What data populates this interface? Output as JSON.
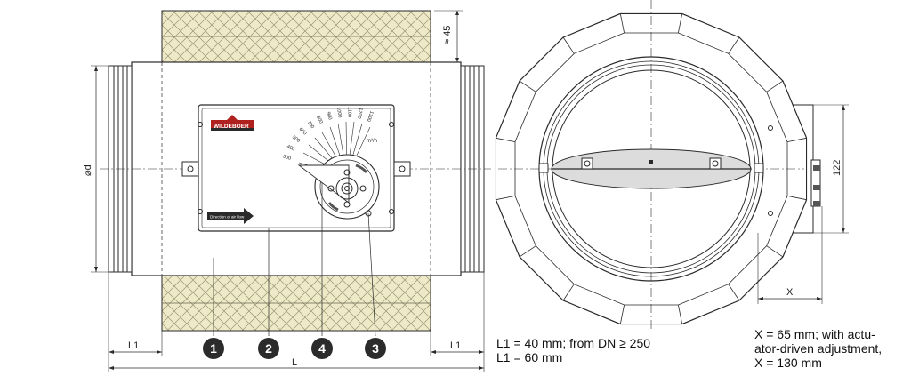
{
  "left_view": {
    "dim_insulation": "≈ 45",
    "dim_diameter": "⌀d",
    "dim_l1_left": "L1",
    "dim_l1_right": "L1",
    "dim_l": "L",
    "brand_label": "WILDEBOER",
    "direction_label": "Direction of air flow",
    "scale_unit": "m³/h",
    "scale_values": [
      "300",
      "400",
      "500",
      "600",
      "700",
      "800",
      "900",
      "1000",
      "1100",
      "1200",
      "1300"
    ],
    "callouts": [
      "1",
      "2",
      "4",
      "3"
    ]
  },
  "right_view": {
    "dim_height": "122",
    "dim_x": "X"
  },
  "notes": {
    "l1_line1": "L1 = 40 mm; from DN ≥ 250",
    "l1_line2": "L1 = 60 mm",
    "x_line1": "X = 65 mm; with actu-",
    "x_line2": "ator-driven adjustment,",
    "x_line3": "X = 130 mm"
  },
  "colors": {
    "insulation_fill": "#eeeac8",
    "line": "#2a2a2a",
    "badge": "#2b2b2b",
    "brand_red": "#b0201e",
    "blade_fill": "#dcdcdc"
  }
}
